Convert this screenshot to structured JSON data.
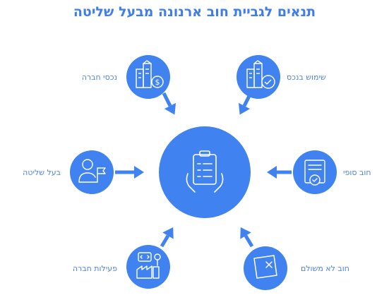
{
  "title": "תנאים לגביית חוב ארנונה מבעל שליטה",
  "nodes": {
    "company_assets": "נכסי חברה",
    "bank_use": "שימוש בנכס",
    "controlling_owner": "בעל שליטה",
    "final_debt": "חוב סופי",
    "company_activity": "פעילות חברה",
    "unpaid_debt": "חוב לא משולם"
  },
  "colors": {
    "primary": "#3f82f0",
    "title": "#3f7de8",
    "label": "#4f83e0"
  },
  "icons": {
    "center": "clipboard-checklist-icon",
    "company_assets": "buildings-dollar-icon",
    "bank_use": "buildings-check-icon",
    "controlling_owner": "person-flag-icon",
    "final_debt": "certificate-check-icon",
    "company_activity": "factory-gears-icon",
    "unpaid_debt": "box-x-icon"
  }
}
